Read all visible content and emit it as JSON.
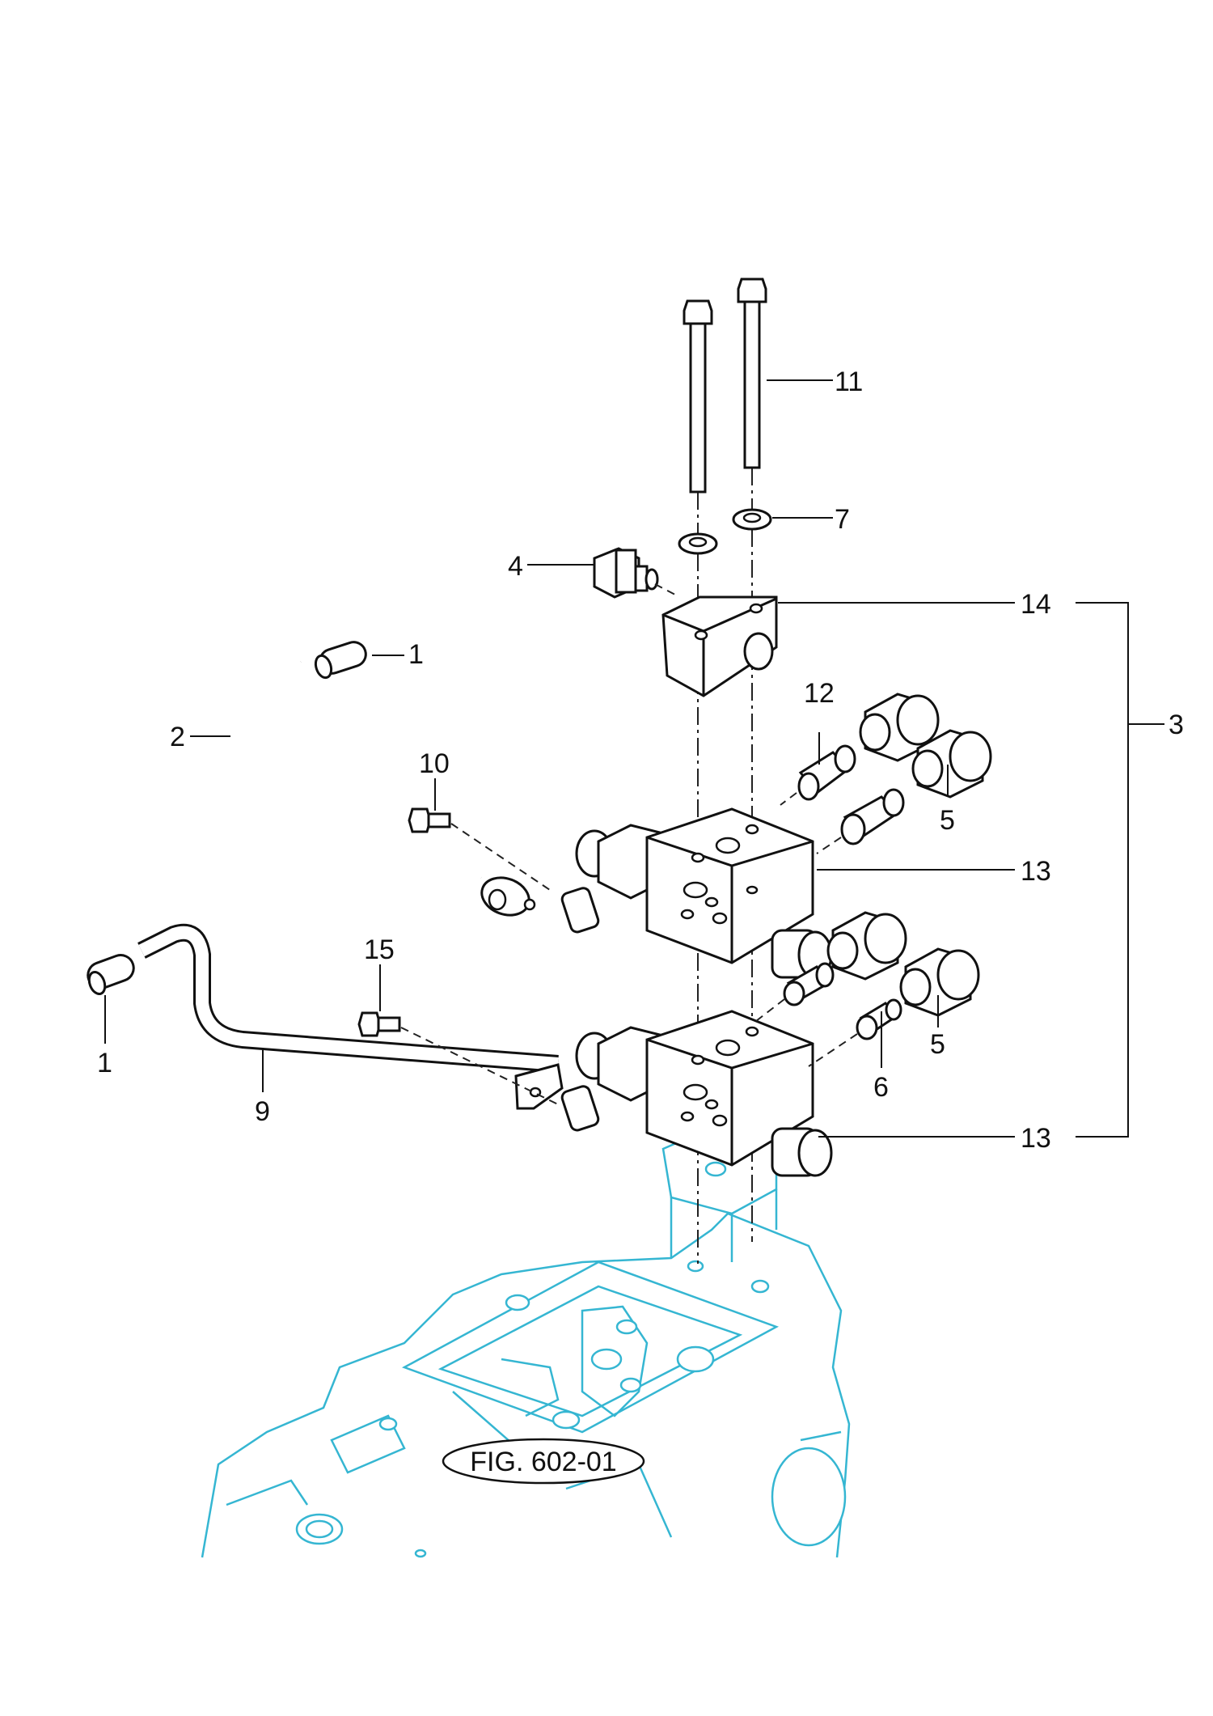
{
  "figure": {
    "reference": "FIG. 602-01",
    "callouts": {
      "c1_upper": "1",
      "c1_lower": "1",
      "c2": "2",
      "c3": "3",
      "c4": "4",
      "c5_upper": "5",
      "c5_lower": "5",
      "c6": "6",
      "c7": "7",
      "c9": "9",
      "c10": "10",
      "c11": "11",
      "c12": "12",
      "c13_upper": "13",
      "c13_lower": "13",
      "c14": "14",
      "c15": "15"
    }
  },
  "colors": {
    "line_art": "#111111",
    "housing": "#35b6d2",
    "background": "#ffffff"
  }
}
